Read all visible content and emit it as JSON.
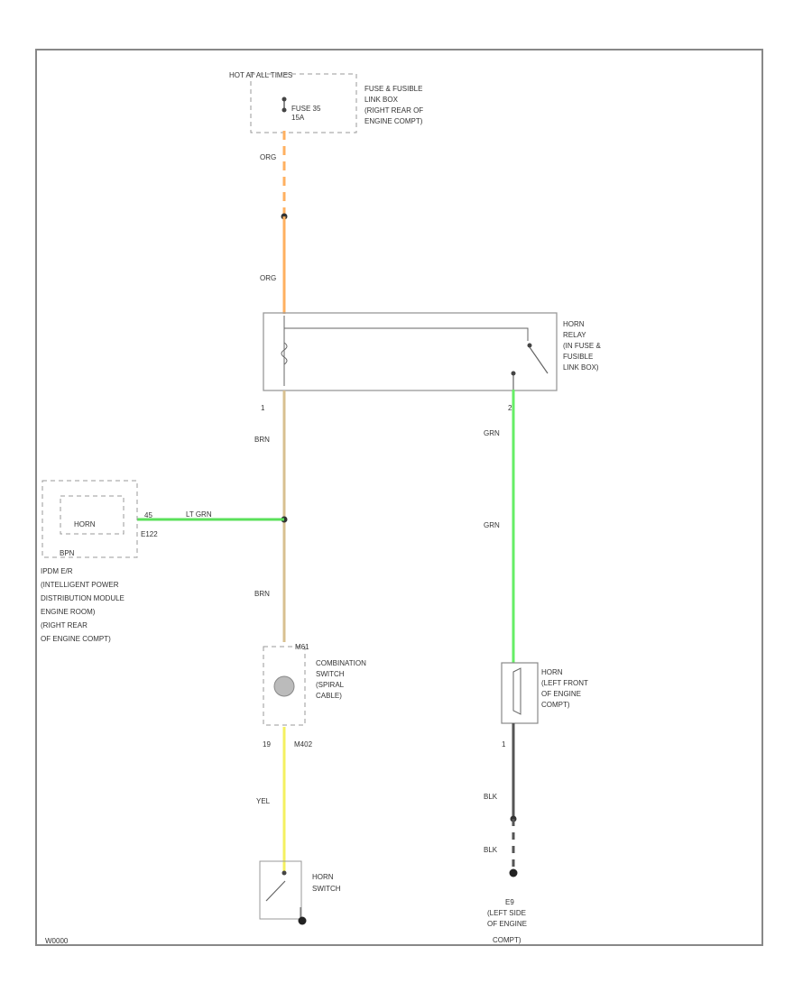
{
  "diagram": {
    "header": "HOT AT ALL TIMES",
    "fuse": {
      "name": "FUSE 35",
      "rating": "15A"
    },
    "fuse_box": [
      "FUSE & FUSIBLE",
      "LINK BOX",
      "(RIGHT REAR OF",
      "ENGINE COMPT)"
    ],
    "horn_relay": [
      "HORN",
      "RELAY",
      "(IN FUSE &",
      "FUSIBLE",
      "LINK BOX)"
    ],
    "ipdm_inner": "HORN",
    "ipdm_bpn": "BPN",
    "ipdm_pin": "45",
    "ipdm_conn": "E122",
    "ipdm_label": [
      "IPDM E/R",
      "(INTELLIGENT POWER",
      "DISTRIBUTION MODULE",
      "ENGINE ROOM)",
      "(RIGHT REAR",
      "OF ENGINE COMPT)"
    ],
    "combo_switch": [
      "COMBINATION",
      "SWITCH",
      "(SPIRAL",
      "CABLE)"
    ],
    "combo_conn_top": "M61",
    "combo_pin_bottom": "19",
    "combo_conn_bottom": "M402",
    "horn": [
      "HORN",
      "(LEFT FRONT",
      "OF ENGINE",
      "COMPT)"
    ],
    "horn_switch": [
      "HORN",
      "SWITCH"
    ],
    "ground": [
      "E9",
      "(LEFT SIDE",
      "OF ENGINE",
      "COMPT)"
    ],
    "pin_relay_left": "1",
    "pin_relay_right": "2",
    "pin_horn_bottom": "1",
    "wires": {
      "org_1": "ORG",
      "org_2": "ORG",
      "brn_1": "BRN",
      "brn_2": "BRN",
      "lt_grn": "LT GRN",
      "grn_1": "GRN",
      "grn_2": "GRN",
      "yel": "YEL",
      "blk_1": "BLK",
      "blk_2": "BLK"
    },
    "footer_code": "W0000",
    "colors": {
      "org": "#ffb060",
      "brn": "#d8c090",
      "lt_grn": "#5be05b",
      "grn": "#66ee66",
      "yel": "#f4f060",
      "blk": "#555555"
    }
  }
}
